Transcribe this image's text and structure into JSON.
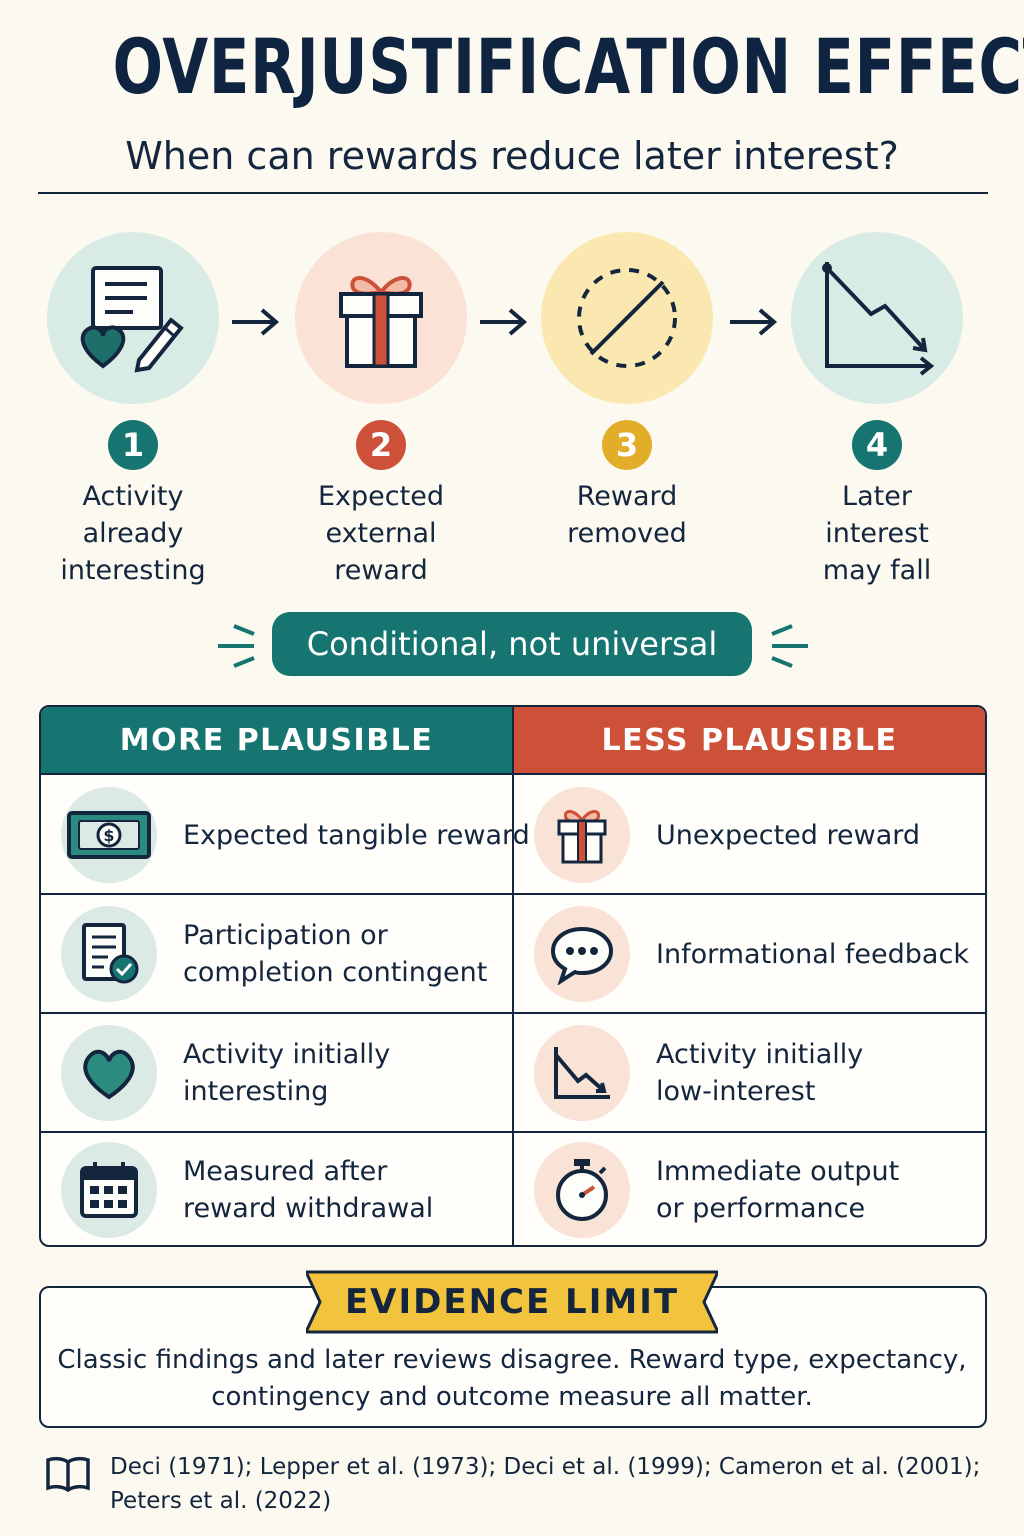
{
  "title": "OVERJUSTIFICATION EFFECT",
  "subtitle": "When can rewards reduce later interest?",
  "steps": [
    {
      "number": "1",
      "label": "Activity\nalready\ninteresting",
      "icon": "note-heart-pencil-icon"
    },
    {
      "number": "2",
      "label": "Expected\nexternal\nreward",
      "icon": "gift-icon"
    },
    {
      "number": "3",
      "label": "Reward\nremoved",
      "icon": "removed-circle-icon"
    },
    {
      "number": "4",
      "label": "Later\ninterest\nmay fall",
      "icon": "declining-chart-icon"
    }
  ],
  "banner": "Conditional, not universal",
  "table": {
    "left_header": "MORE PLAUSIBLE",
    "right_header": "LESS PLAUSIBLE",
    "left": [
      {
        "text": "Expected tangible reward",
        "icon": "money-icon"
      },
      {
        "text": "Participation or\ncompletion contingent",
        "icon": "checklist-icon"
      },
      {
        "text": "Activity initially\ninteresting",
        "icon": "heart-icon"
      },
      {
        "text": "Measured after\nreward withdrawal",
        "icon": "calendar-icon"
      }
    ],
    "right": [
      {
        "text": "Unexpected reward",
        "icon": "gift-icon"
      },
      {
        "text": "Informational feedback",
        "icon": "speech-bubble-icon"
      },
      {
        "text": "Activity initially\nlow-interest",
        "icon": "declining-chart-icon"
      },
      {
        "text": "Immediate output\nor performance",
        "icon": "stopwatch-icon"
      }
    ]
  },
  "evidence": {
    "label": "EVIDENCE LIMIT",
    "text": "Classic findings and later reviews disagree. Reward type, expectancy,\ncontingency and outcome measure all matter."
  },
  "references": "Deci (1971); Lepper et al. (1973); Deci et al. (1999); Cameron et al. (2001);\nPeters et al. (2022)",
  "colors": {
    "teal": "#167570",
    "red": "#cc5138",
    "gold": "#e2ae2a",
    "navy": "#14263e",
    "background": "#fcf9f0"
  }
}
